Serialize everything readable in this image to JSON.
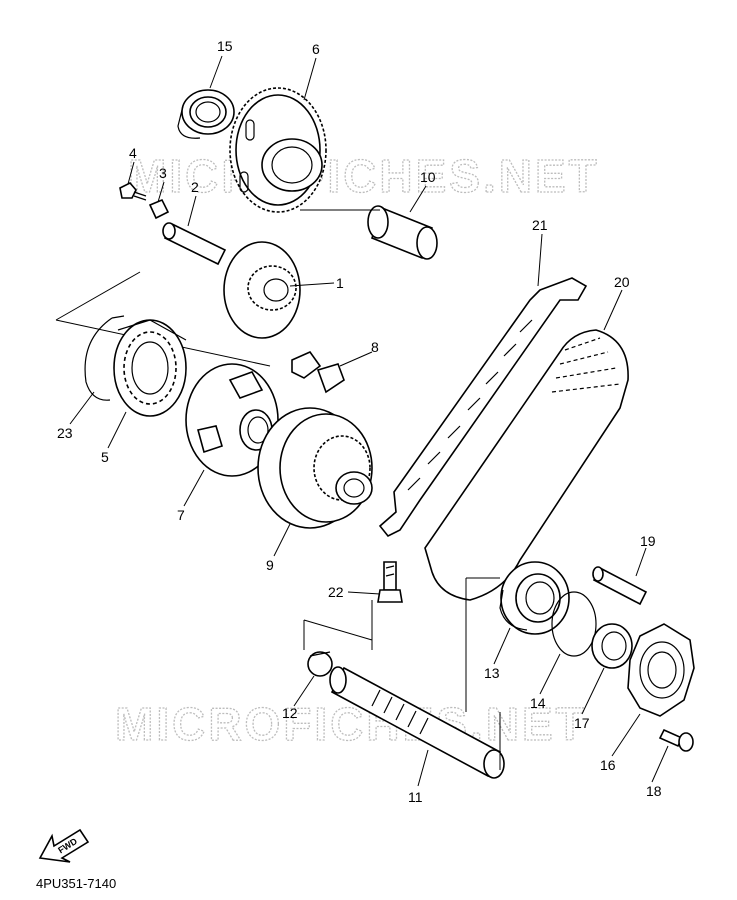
{
  "watermark": "MICROFICHES.NET",
  "part_code": "4PU351-7140",
  "fwd_label": "FWD",
  "callouts": [
    "1",
    "2",
    "3",
    "4",
    "5",
    "6",
    "7",
    "8",
    "9",
    "10",
    "11",
    "12",
    "13",
    "14",
    "15",
    "16",
    "17",
    "18",
    "19",
    "20",
    "21",
    "22",
    "23"
  ]
}
